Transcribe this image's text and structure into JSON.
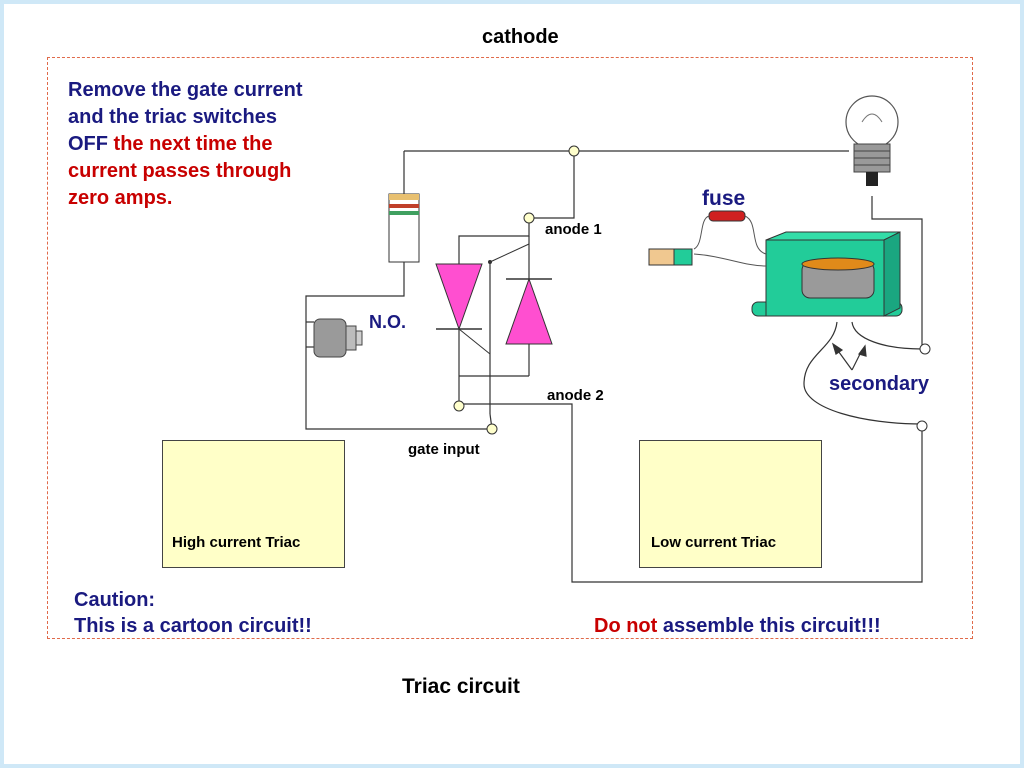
{
  "header": {
    "top_label": "cathode"
  },
  "note": {
    "line1": "Remove the gate current",
    "line2": "and the triac switches",
    "line3_a": "OFF ",
    "line3_b": "the next time the",
    "line4": "current passes through",
    "line5": "zero amps."
  },
  "labels": {
    "anode1": "anode 1",
    "anode2": "anode 2",
    "gate": "gate input",
    "no": "N.O.",
    "fuse": "fuse",
    "secondary": "secondary"
  },
  "boxes": {
    "high": "High current Triac",
    "low": "Low current Triac"
  },
  "caution": {
    "line1": "Caution:",
    "line2": "This is a cartoon circuit!!",
    "warn_a": "Do not",
    "warn_b": " assemble this circuit!!!"
  },
  "footer": {
    "caption": "Triac circuit"
  },
  "colors": {
    "triac": "#ff4fd0",
    "transformer": "#22cc99",
    "navy": "#1a1a80",
    "red": "#c80000"
  }
}
